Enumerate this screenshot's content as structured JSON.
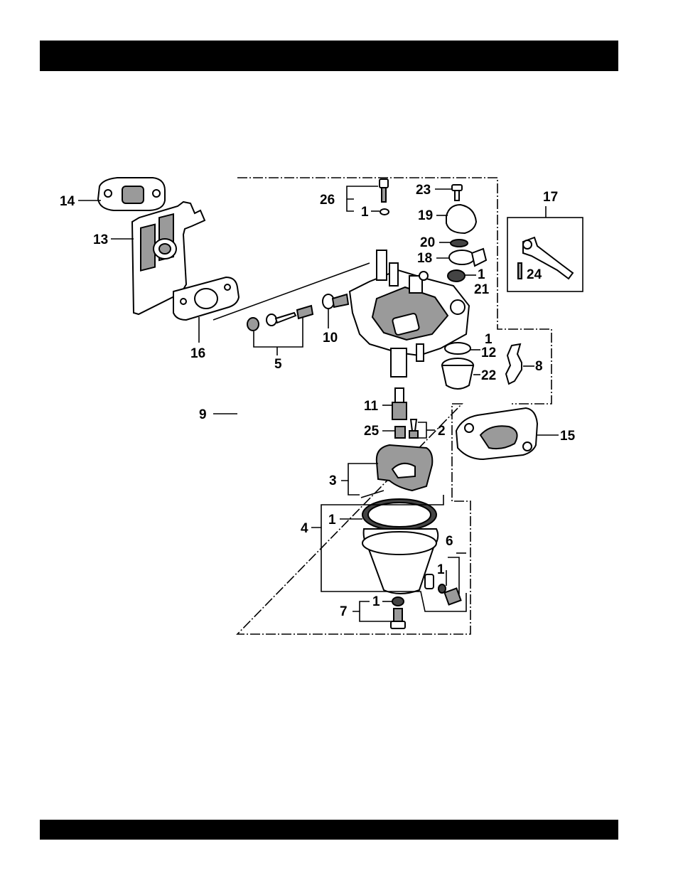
{
  "header_bar": "",
  "footer_bar": "",
  "callouts": [
    {
      "id": "c14",
      "text": "14"
    },
    {
      "id": "c13",
      "text": "13"
    },
    {
      "id": "c16",
      "text": "16"
    },
    {
      "id": "c26",
      "text": "26"
    },
    {
      "id": "c1a",
      "text": "1"
    },
    {
      "id": "c23",
      "text": "23"
    },
    {
      "id": "c19",
      "text": "19"
    },
    {
      "id": "c20",
      "text": "20"
    },
    {
      "id": "c18",
      "text": "18"
    },
    {
      "id": "c1b",
      "text": "1"
    },
    {
      "id": "c21",
      "text": "21"
    },
    {
      "id": "c17",
      "text": "17"
    },
    {
      "id": "c24",
      "text": "24"
    },
    {
      "id": "c5",
      "text": "5"
    },
    {
      "id": "c10",
      "text": "10"
    },
    {
      "id": "c1c",
      "text": "1"
    },
    {
      "id": "c12",
      "text": "12"
    },
    {
      "id": "c8",
      "text": "8"
    },
    {
      "id": "c22",
      "text": "22"
    },
    {
      "id": "c9",
      "text": "9"
    },
    {
      "id": "c11",
      "text": "11"
    },
    {
      "id": "c25",
      "text": "25"
    },
    {
      "id": "c2",
      "text": "2"
    },
    {
      "id": "c15",
      "text": "15"
    },
    {
      "id": "c3",
      "text": "3"
    },
    {
      "id": "c4",
      "text": "4"
    },
    {
      "id": "c1d",
      "text": "1"
    },
    {
      "id": "c6",
      "text": "6"
    },
    {
      "id": "c1e",
      "text": "1"
    },
    {
      "id": "c7",
      "text": "7"
    },
    {
      "id": "c1f",
      "text": "1"
    }
  ]
}
